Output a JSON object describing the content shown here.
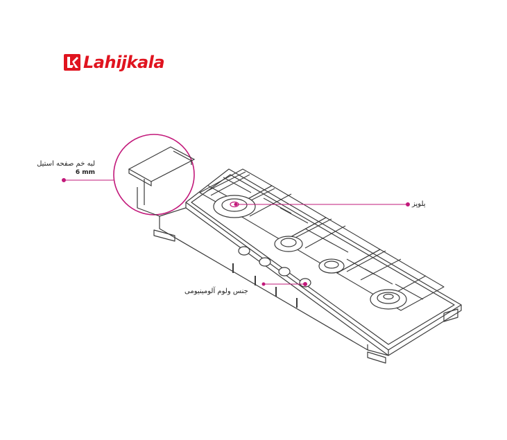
{
  "brand": {
    "name": "Lahijkala",
    "color": "#e0141f",
    "logo_icon": "lk-monogram-icon"
  },
  "callouts": {
    "edge": {
      "line1": "لبه خم صفحه استیل",
      "line2": "6 mm"
    },
    "burner": {
      "text": "پلوپز"
    },
    "valve": {
      "text": "جنس ولوم آلومینیومی"
    }
  },
  "colors": {
    "accent": "#c2187a",
    "line": "#3a3a3a"
  }
}
